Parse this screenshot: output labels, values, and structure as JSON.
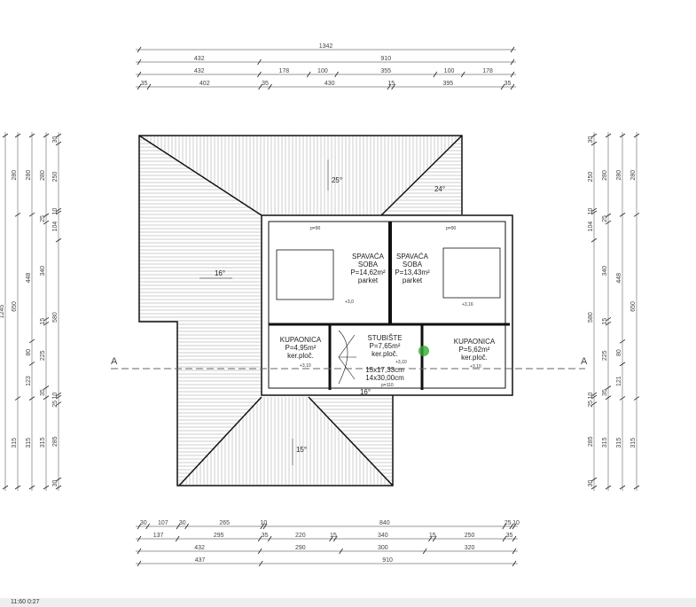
{
  "plan": {
    "dims_top": [
      [
        "1342"
      ],
      [
        "432",
        "910"
      ],
      [
        "432",
        "178",
        "100",
        "355",
        "100",
        "178"
      ],
      [
        "35",
        "402",
        "35",
        "430",
        "15",
        "395",
        "35"
      ]
    ],
    "dims_bottom": [
      [
        "30",
        "107",
        "30",
        "265",
        "10",
        "840",
        "25",
        "10"
      ],
      [
        "137",
        "295",
        "35",
        "220",
        "15",
        "340",
        "15",
        "250",
        "35"
      ],
      [
        "432",
        "290",
        "300",
        "320"
      ],
      [
        "437",
        "910"
      ]
    ],
    "dims_left": [
      [
        "1245"
      ],
      [
        "280",
        "650",
        "315"
      ],
      [
        "280",
        "448",
        "80",
        "123",
        "315"
      ],
      [
        "280",
        "25",
        "340",
        "15",
        "225",
        "35",
        "315"
      ],
      [
        "30",
        "250",
        "10",
        "104",
        "580",
        "10",
        "25",
        "285",
        "30"
      ]
    ],
    "dims_right": [
      [
        "30",
        "250",
        "10",
        "104",
        "580",
        "10",
        "25",
        "285",
        "30"
      ],
      [
        "280",
        "25",
        "340",
        "15",
        "225",
        "35",
        "315"
      ],
      [
        "280",
        "448",
        "80",
        "121",
        "315"
      ],
      [
        "280",
        "650",
        "315"
      ]
    ],
    "rooms": {
      "bed1": {
        "name1": "SPAVAĆA",
        "name2": "SOBA",
        "area": "P=14,62m²",
        "floor": "parket",
        "level": "+3,0",
        "window": "p=90"
      },
      "bed2": {
        "name1": "SPAVAĆA",
        "name2": "SOBA",
        "area": "P=13,43m²",
        "floor": "parket",
        "level": "+3,16",
        "window": "p=90"
      },
      "bath1": {
        "name": "KUPAONICA",
        "area": "P=4,95m²",
        "floor": "ker.ploč.",
        "level": "+3,10"
      },
      "bath2": {
        "name": "KUPAONICA",
        "area": "P=5,62m²",
        "floor": "ker.ploč.",
        "level": "+3,10"
      },
      "stairs": {
        "name": "STUBIŠTE",
        "area": "P=7,65m²",
        "floor": "ker.ploč.",
        "steps1": "15x17,33cm",
        "steps2": "14x30,00cm",
        "width": "p=110",
        "level": "+3,10"
      }
    },
    "slopes": {
      "top": "25°",
      "top_right": "24°",
      "left": "16°",
      "bottom_right": "16°",
      "bottom": "15°"
    },
    "section": {
      "left": "A",
      "right": "A"
    }
  },
  "status": "11:60  0:27"
}
